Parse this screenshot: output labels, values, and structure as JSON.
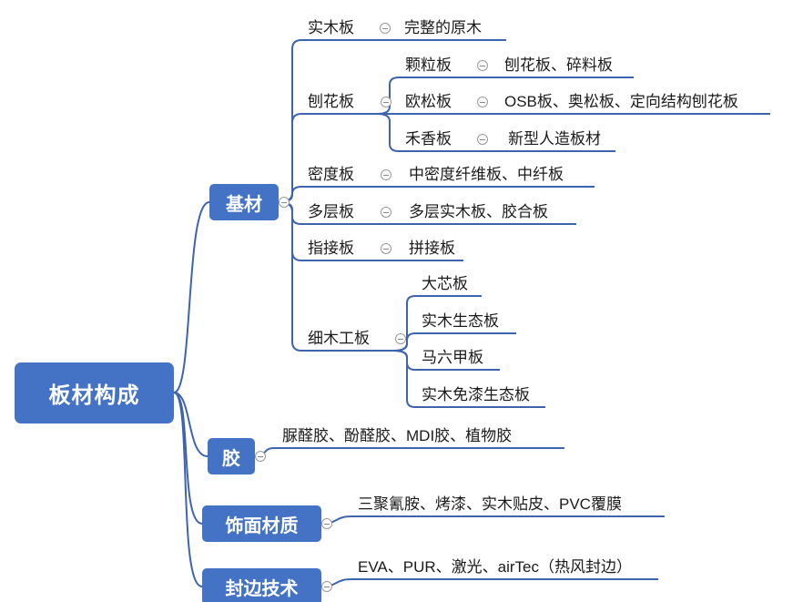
{
  "mindmap": {
    "root": {
      "label": "板材构成"
    },
    "children": [
      {
        "label": "基材",
        "children": [
          {
            "label": "实木板",
            "children": [
              {
                "label": "完整的原木"
              }
            ]
          },
          {
            "label": "刨花板",
            "children": [
              {
                "label": "颗粒板",
                "children": [
                  {
                    "label": "刨花板、碎料板"
                  }
                ]
              },
              {
                "label": "欧松板",
                "children": [
                  {
                    "label": "OSB板、奥松板、定向结构刨花板"
                  }
                ]
              },
              {
                "label": "禾香板",
                "children": [
                  {
                    "label": "新型人造板材"
                  }
                ]
              }
            ]
          },
          {
            "label": "密度板",
            "children": [
              {
                "label": "中密度纤维板、中纤板"
              }
            ]
          },
          {
            "label": "多层板",
            "children": [
              {
                "label": "多层实木板、胶合板"
              }
            ]
          },
          {
            "label": "指接板",
            "children": [
              {
                "label": "拼接板"
              }
            ]
          },
          {
            "label": "细木工板",
            "children": [
              {
                "label": "大芯板"
              },
              {
                "label": "实木生态板"
              },
              {
                "label": "马六甲板"
              },
              {
                "label": "实木免漆生态板"
              }
            ]
          }
        ]
      },
      {
        "label": "胶",
        "children": [
          {
            "label": "脲醛胶、酚醛胶、MDI胶、植物胶"
          }
        ]
      },
      {
        "label": "饰面材质",
        "children": [
          {
            "label": "三聚氰胺、烤漆、实木贴皮、PVC覆膜"
          }
        ]
      },
      {
        "label": "封边技术",
        "children": [
          {
            "label": "EVA、PUR、激光、airTec（热风封边）"
          }
        ]
      }
    ]
  },
  "colors": {
    "node_fill": "#4472C4",
    "line": "#3D64AD",
    "text": "#1b1b1b",
    "background": "#ffffff"
  },
  "icons": {
    "collapse": "collapse-minus"
  }
}
